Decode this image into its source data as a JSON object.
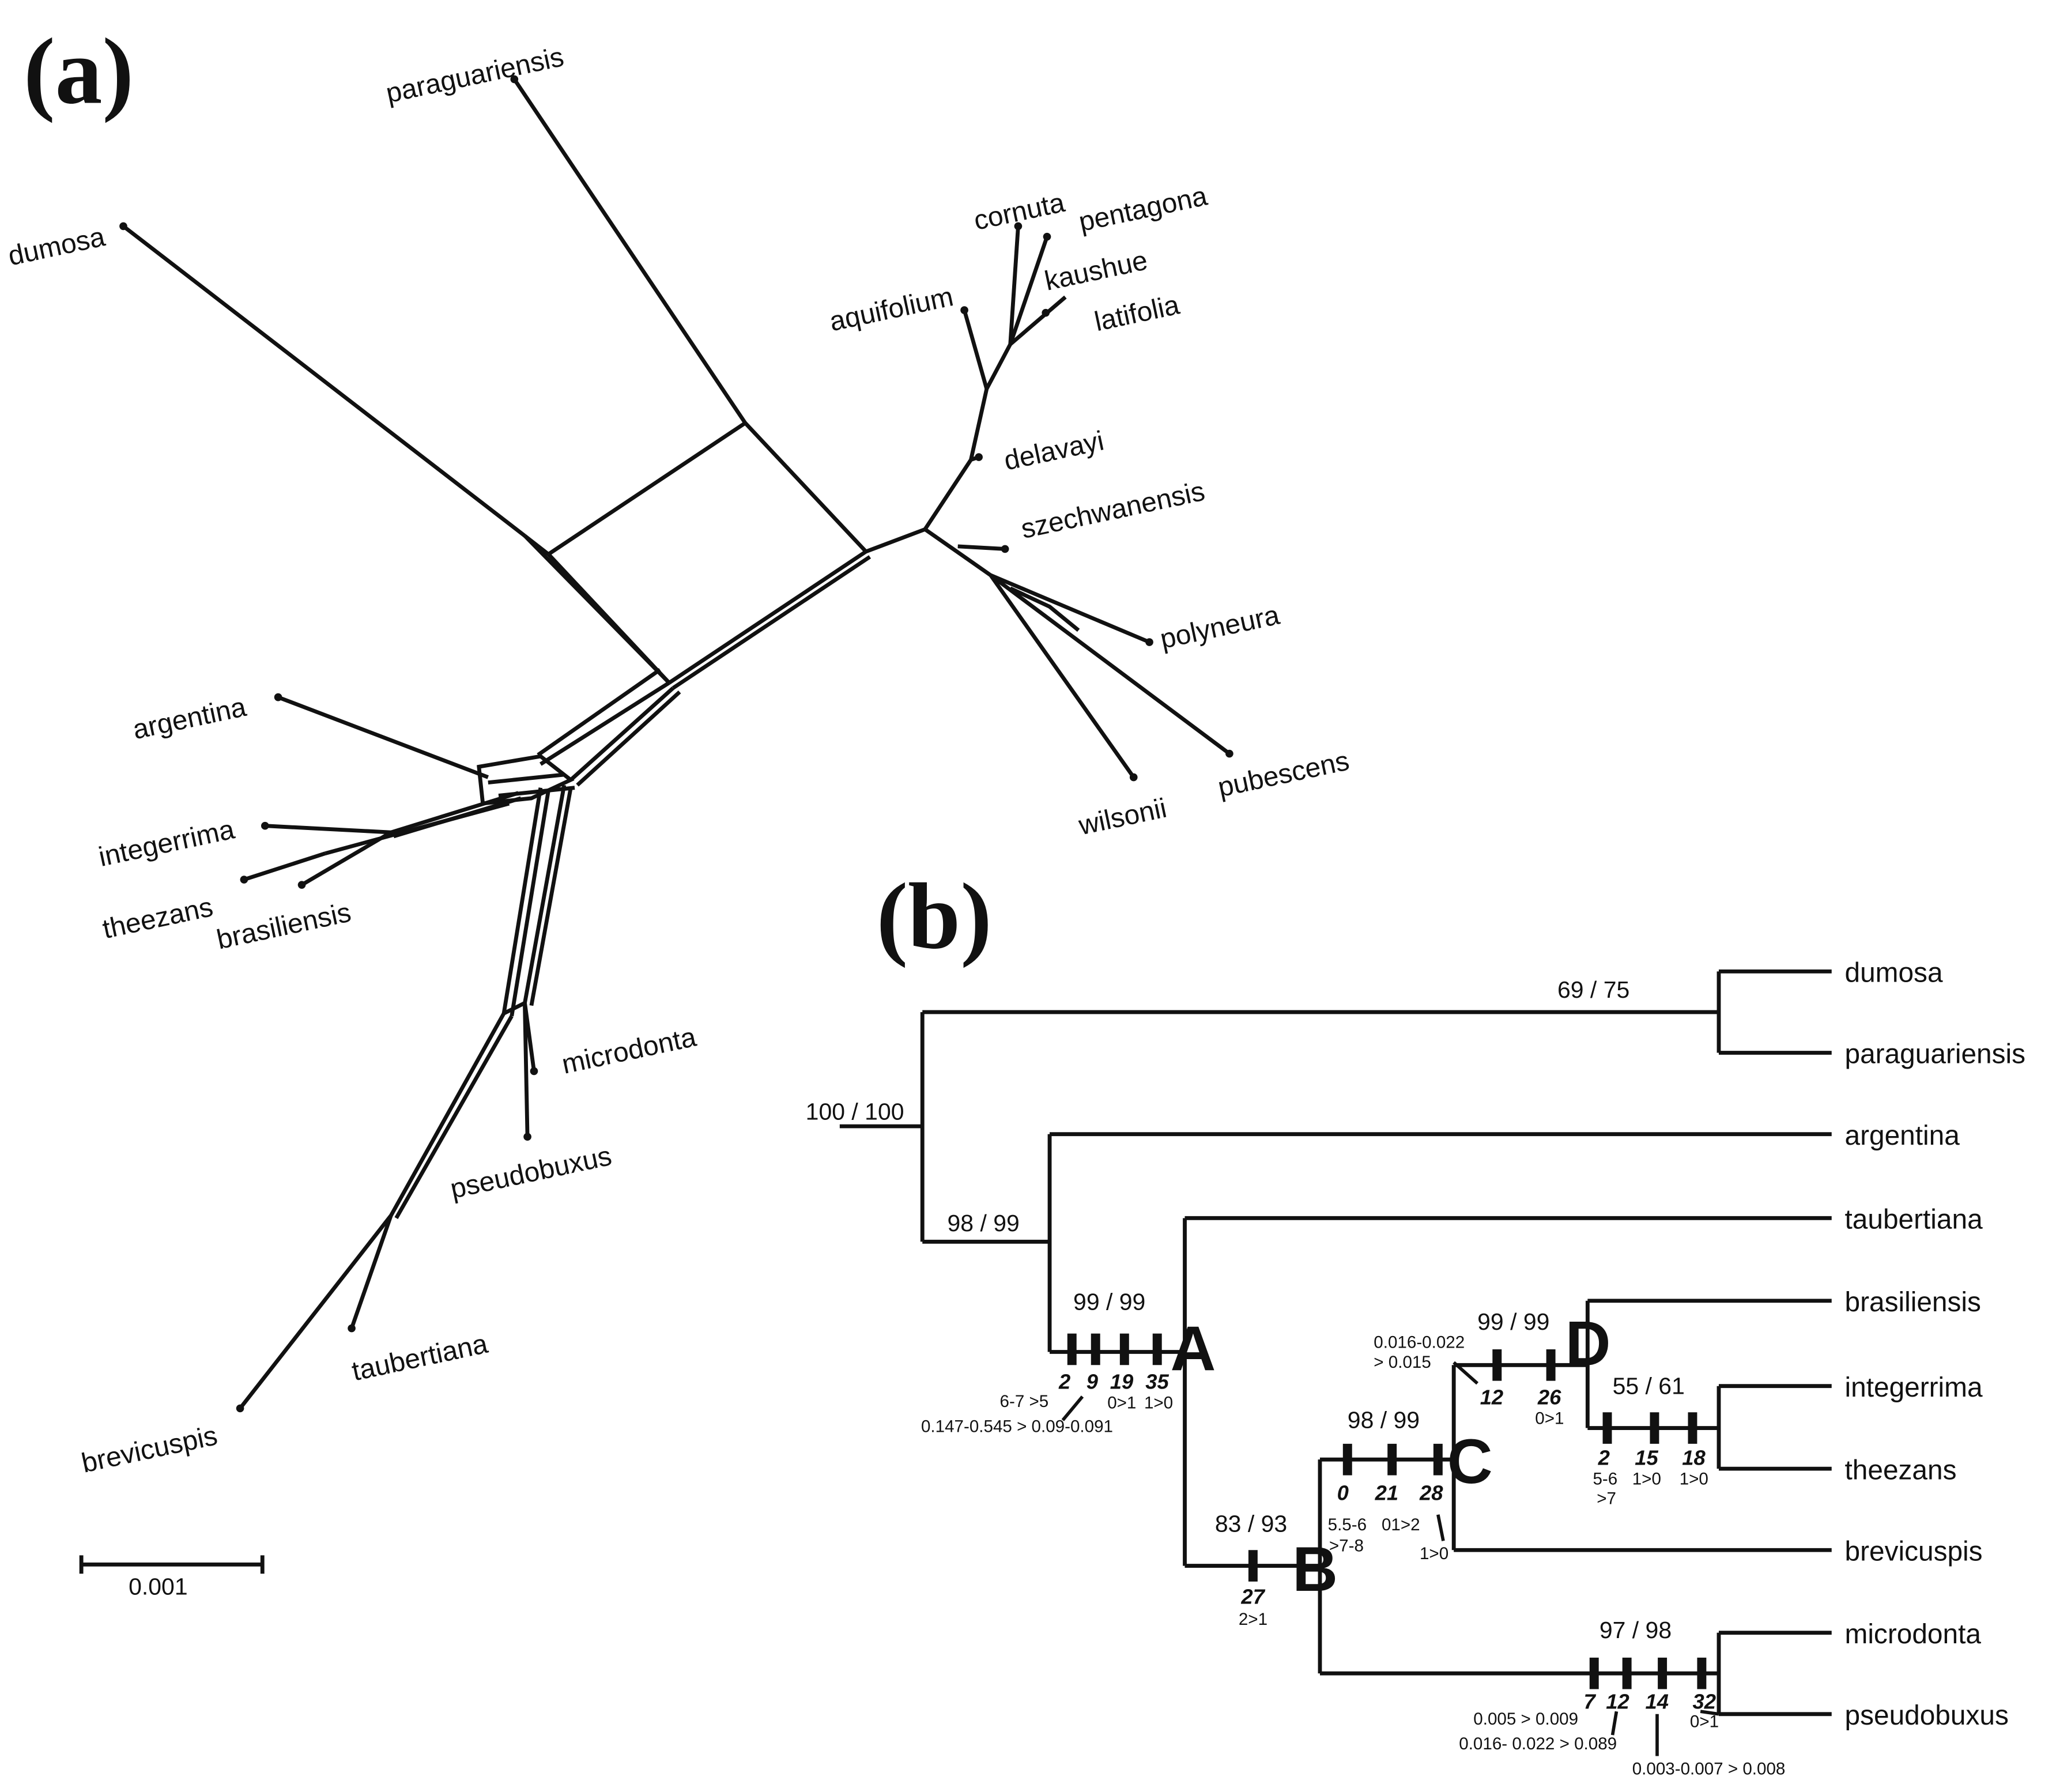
{
  "panel_a": {
    "label": "(a)",
    "scale_bar_label": "0.001",
    "taxa": [
      "paraguariensis",
      "dumosa",
      "cornuta",
      "pentagona",
      "kaushue",
      "aquifolium",
      "latifolia",
      "delavayi",
      "szechwanensis",
      "polyneura",
      "pubescens",
      "wilsonii",
      "argentina",
      "integerrima",
      "theezans",
      "brasiliensis",
      "microdonta",
      "pseudobuxus",
      "taubertiana",
      "brevicuspis"
    ]
  },
  "panel_b": {
    "label": "(b)",
    "taxa": [
      "dumosa",
      "paraguariensis",
      "argentina",
      "taubertiana",
      "brasiliensis",
      "integerrima",
      "theezans",
      "brevicuspis",
      "microdonta",
      "pseudobuxus"
    ],
    "support": [
      "100 / 100",
      "69 / 75",
      "98 / 99",
      "99 / 99",
      "83 / 93",
      "98 / 99",
      "99 / 99",
      "55 / 61",
      "97 / 98"
    ],
    "node_letters": [
      "A",
      "B",
      "C",
      "D"
    ],
    "characters": {
      "A": [
        {
          "num": "2",
          "state": ""
        },
        {
          "num": "9",
          "state": ""
        },
        {
          "num": "19",
          "state": "0>1"
        },
        {
          "num": "35",
          "state": "1>0"
        }
      ],
      "A_notes": [
        "6-7 >5",
        "0.147-0.545 > 0.09-0.091"
      ],
      "B": [
        {
          "num": "27",
          "state": "2>1"
        }
      ],
      "C": [
        {
          "num": "0",
          "state": "5.5-6"
        },
        {
          "num": "21",
          "state": "01>2"
        },
        {
          "num": "28",
          "state": "1>0"
        }
      ],
      "C_notes": [
        ">7-8"
      ],
      "C_branch_notes": [
        "0.016-0.022",
        "> 0.015"
      ],
      "C_branch": [
        {
          "num": "12",
          "state": ""
        },
        {
          "num": "26",
          "state": "0>1"
        }
      ],
      "D": [
        {
          "num": "2",
          "state": "5-6"
        },
        {
          "num": "15",
          "state": "1>0"
        },
        {
          "num": "18",
          "state": "1>0"
        }
      ],
      "D_notes": [
        ">7"
      ],
      "E": [
        {
          "num": "7",
          "state": ""
        },
        {
          "num": "12",
          "state": ""
        },
        {
          "num": "14",
          "state": ""
        },
        {
          "num": "32",
          "state": "0>1"
        }
      ],
      "E_notes": [
        "0.005 > 0.009",
        "0.016- 0.022 > 0.089",
        "0.003-0.007 > 0.008"
      ]
    }
  }
}
